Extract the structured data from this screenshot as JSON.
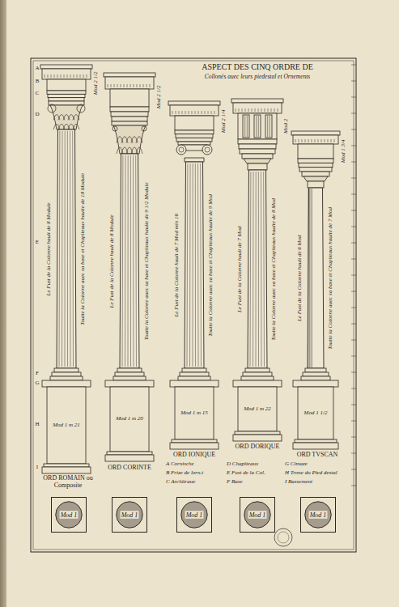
{
  "diagram": {
    "title": "ASPECT DES CINQ ORDRE DE",
    "nodes": [
      {
        "text": [
          "Mod 1"
        ]
      },
      {
        "text": [
          "Mod 1"
        ]
      },
      {
        "text": [
          "Mod 1"
        ]
      },
      {
        "text": [
          "Mod 1"
        ]
      },
      {
        "text": [
          "Mod 1"
        ]
      }
    ],
    "labels": [
      "Collonës auec leurs piedestal et Ornements",
      "ORD ROMAIN ou Composite",
      "ORD CORINTE",
      "ORD IONIQUE",
      "ORD DORIQUE",
      "ORD TVSCAN",
      "A Cornische",
      "B Frize de lorn.t",
      "C Architraue",
      "D Chapiteaux",
      "E Fust de la Col.",
      "F Base",
      "G Cimaze",
      "H Trone du Pied destal",
      "I Bassement",
      "Le Fust de la Colonne hault de 8 Module",
      "Toutte la Colonne auec sa base et Chapiteaux haulte de 10 Module",
      "Le Fust de la Colonne hault de 8 Module",
      "Toutte la Colonne auec sa base et Chapiteaux haulte de 9 1/2 Module",
      "Le Fust de la Colonne hault de 7 Mod min 16",
      "Toutte la Colonne auec sa base et Chapiteaux haulte de 9 Mod",
      "Le Fust de la Colonne hault de 7 Mod",
      "Toutte la Colonne auec sa base et Chapiteaux haulte de 8 Mod",
      "Le Fust de la Colonne hault de 6 Mod",
      "Toutte la Colonne auec sa base et Chapiteaux haulte de 7 Mod",
      "A",
      "B",
      "C",
      "D",
      "E",
      "F",
      "G",
      "H",
      "I",
      "Mod 1 m 21",
      "Mod 1 m 20",
      "Mod 1 m 15",
      "Mod 1 m 22",
      "Mod 1 1/2",
      "Mod 2 1/2",
      "Mod 2 1/2",
      "Mod 2 1/4",
      "Mod 2",
      "Mod 1 3/4"
    ]
  }
}
